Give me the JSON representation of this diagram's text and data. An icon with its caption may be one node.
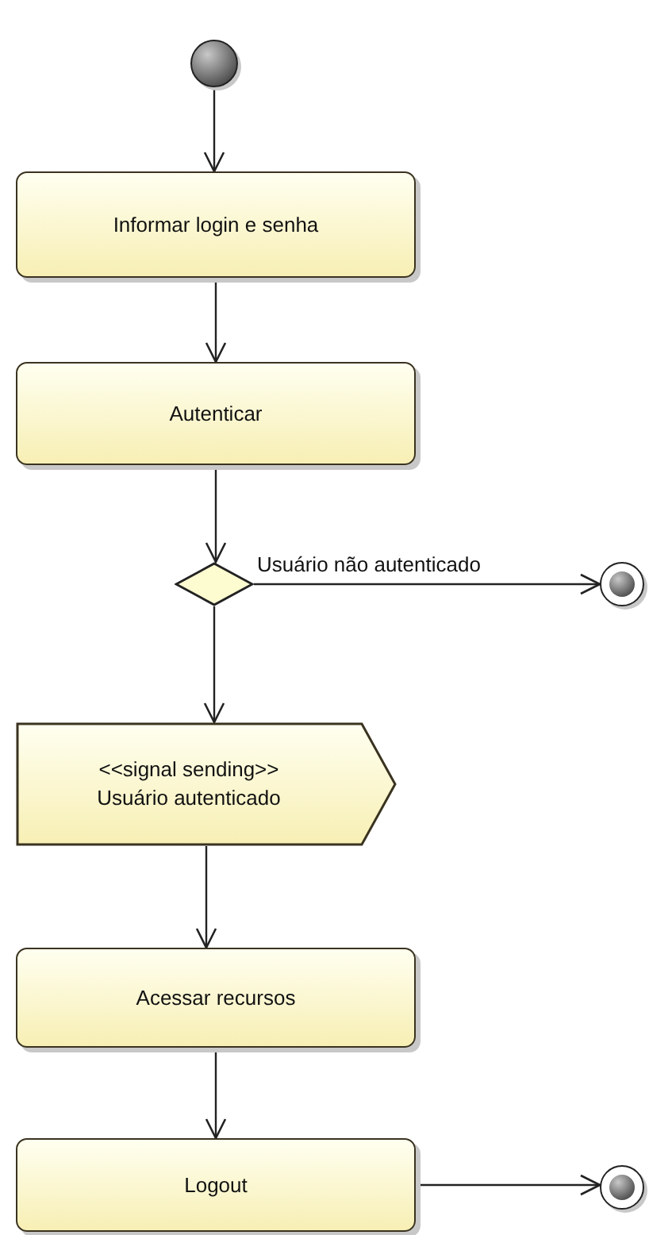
{
  "diagram": {
    "nodes": [
      {
        "text": [],
        "shape": "circle"
      },
      {
        "text": [
          "Informar login e senha"
        ]
      },
      {
        "text": [
          "Autenticar"
        ]
      },
      {
        "text": [],
        "shape": "diamond"
      },
      {
        "text": [],
        "shape": "circle"
      },
      {
        "text": [
          "<<signal sending>>",
          "Usuário autenticado"
        ]
      },
      {
        "text": [
          "Acessar recursos"
        ]
      },
      {
        "text": [
          "Logout"
        ]
      },
      {
        "text": [],
        "shape": "circle"
      }
    ],
    "edges": [
      {
        "from": 0,
        "to": 1,
        "arrow": "to"
      },
      {
        "from": 1,
        "to": 2,
        "arrow": "to"
      },
      {
        "from": 2,
        "to": 3,
        "arrow": "to"
      },
      {
        "from": 3,
        "to": 4,
        "arrow": "to",
        "label": "Usuário não autenticado"
      },
      {
        "from": 3,
        "to": 5,
        "arrow": "to"
      },
      {
        "from": 5,
        "to": 6,
        "arrow": "to"
      },
      {
        "from": 6,
        "to": 7,
        "arrow": "to"
      },
      {
        "from": 7,
        "to": 8,
        "arrow": "to"
      }
    ]
  }
}
